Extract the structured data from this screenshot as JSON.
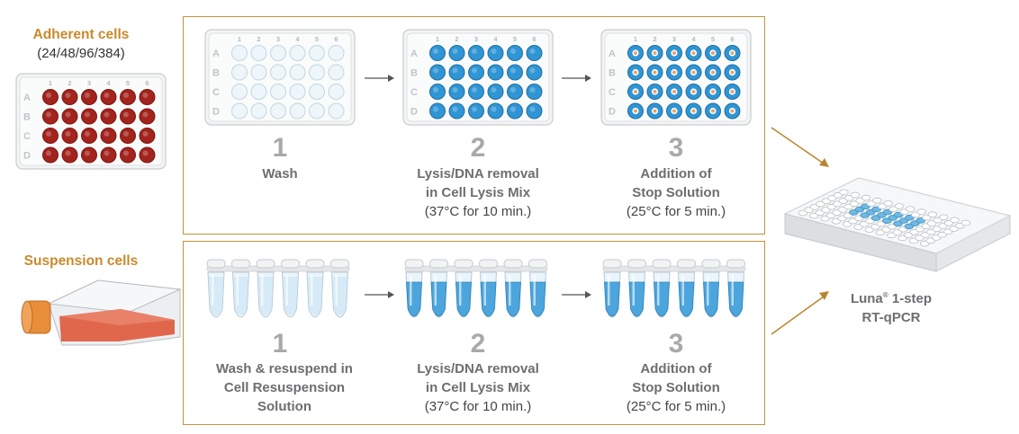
{
  "adherent": {
    "title": "Adherent cells",
    "formats": "(24/48/96/384)"
  },
  "suspension": {
    "title": "Suspension cells"
  },
  "plate": {
    "rows": [
      "A",
      "B",
      "C",
      "D"
    ],
    "cols": [
      "1",
      "2",
      "3",
      "4",
      "5",
      "6"
    ]
  },
  "adherent_steps": [
    {
      "num": "1",
      "line1": "Wash",
      "line2": "",
      "cond": ""
    },
    {
      "num": "2",
      "line1": "Lysis/DNA removal",
      "line2": "in Cell Lysis Mix",
      "cond": "(37°C for 10 min.)"
    },
    {
      "num": "3",
      "line1": "Addition of",
      "line2": "Stop Solution",
      "cond": "(25°C for 5 min.)"
    }
  ],
  "suspension_steps": [
    {
      "num": "1",
      "line1": "Wash & resuspend in",
      "line2": "Cell Resuspension",
      "line3": "Solution"
    },
    {
      "num": "2",
      "line1": "Lysis/DNA removal",
      "line2": "in Cell Lysis Mix",
      "cond": "(37°C for 10 min.)"
    },
    {
      "num": "3",
      "line1": "Addition of",
      "line2": "Stop Solution",
      "cond": "(25°C for 5 min.)"
    }
  ],
  "result": {
    "brand": "Luna",
    "reg": "®",
    "rest": " 1-step",
    "line2": "RT-qPCR"
  },
  "colors": {
    "accent": "#c98a2c",
    "frame": "#c1933f",
    "red_well": "#a3231d",
    "blue_well": "#2f95d4",
    "stop_dot": "#f0a060",
    "flask_fill": "#e0674c",
    "cap": "#e88d3a"
  }
}
